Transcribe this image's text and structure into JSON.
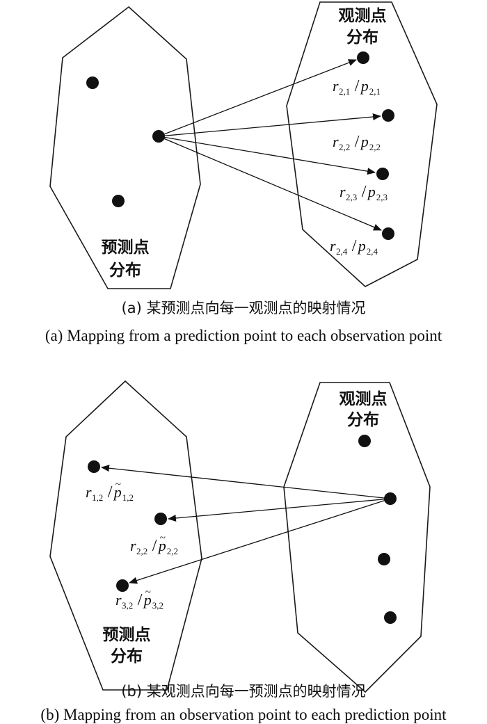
{
  "panel_a": {
    "prediction_region_label": [
      "预测点",
      "分布"
    ],
    "observation_region_label": [
      "观测点",
      "分布"
    ],
    "edge_labels": [
      {
        "r": "r",
        "r_sub": "2,1",
        "p": "p",
        "p_sub": "2,1",
        "tilde": false
      },
      {
        "r": "r",
        "r_sub": "2,2",
        "p": "p",
        "p_sub": "2,2",
        "tilde": false
      },
      {
        "r": "r",
        "r_sub": "2,3",
        "p": "p",
        "p_sub": "2,3",
        "tilde": false
      },
      {
        "r": "r",
        "r_sub": "2,4",
        "p": "p",
        "p_sub": "2,4",
        "tilde": false
      }
    ],
    "caption_zh": "(a) 某预测点向每一观测点的映射情况",
    "caption_en": "(a) Mapping from a prediction point to each observation point"
  },
  "panel_b": {
    "prediction_region_label": [
      "预测点",
      "分布"
    ],
    "observation_region_label": [
      "观测点",
      "分布"
    ],
    "edge_labels": [
      {
        "r": "r",
        "r_sub": "1,2",
        "p": "p",
        "p_sub": "1,2",
        "tilde": true
      },
      {
        "r": "r",
        "r_sub": "2,2",
        "p": "p",
        "p_sub": "2,2",
        "tilde": true
      },
      {
        "r": "r",
        "r_sub": "3,2",
        "p": "p",
        "p_sub": "3,2",
        "tilde": true
      }
    ],
    "caption_zh": "(b) 某观测点向每一预测点的映射情况",
    "caption_en": "(b) Mapping from an observation point to each prediction point"
  }
}
